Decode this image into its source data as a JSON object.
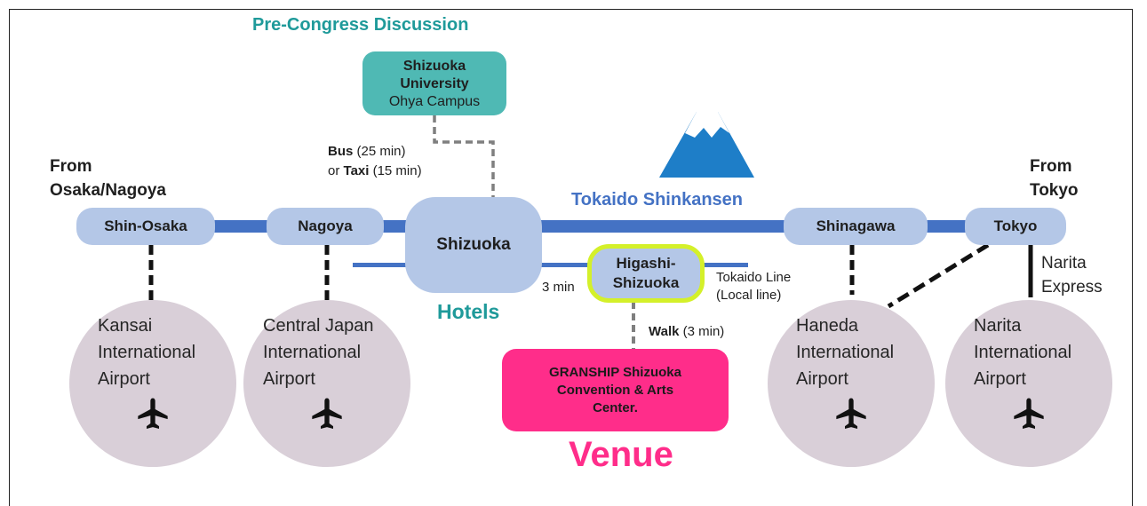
{
  "header": {
    "pre_congress": "Pre-Congress Discussion"
  },
  "university": {
    "line1": "Shizuoka",
    "line2": "University",
    "line3": "Ohya Campus"
  },
  "bus_info": {
    "bus_label": "Bus",
    "bus_time": " (25 min)",
    "or_text": "or ",
    "taxi_label": "Taxi",
    "taxi_time": " (15 min)"
  },
  "origins": {
    "from_osaka": "From\nOsaka/Nagoya",
    "from_tokyo": "From\nTokyo"
  },
  "rail": {
    "shinkansen_label": "Tokaido Shinkansen",
    "local_line_label": "Tokaido Line\n(Local line)",
    "local_time": "3 min",
    "narita_express": "Narita\nExpress"
  },
  "stations": {
    "shin_osaka": "Shin-Osaka",
    "nagoya": "Nagoya",
    "shizuoka": "Shizuoka",
    "higashi_shizuoka": "Higashi-\nShizuoka",
    "shinagawa": "Shinagawa",
    "tokyo": "Tokyo"
  },
  "hotels_label": "Hotels",
  "walk_info": {
    "walk_label": "Walk",
    "walk_time": " (3 min)"
  },
  "venue": {
    "box_text": "GRANSHIP Shizuoka\nConvention & Arts\nCenter.",
    "label": "Venue"
  },
  "airports": {
    "kansai": "Kansai\nInternational\nAirport",
    "central_japan": "Central Japan\nInternational\nAirport",
    "haneda": "Haneda\nInternational\nAirport",
    "narita": "Narita\nInternational\nAirport"
  },
  "icons": {
    "airplane": "airplane-icon",
    "mountain": "mount-fuji-icon"
  },
  "colors": {
    "shinkansen_line": "#4472c4",
    "station_fill": "#b4c7e7",
    "teal": "#1f9a9a",
    "university_fill": "#4fb9b4",
    "venue_pink": "#ff2d8a",
    "highlight_ring": "#d4f02a",
    "airport_fill": "#d9cfd8",
    "fuji_blue": "#1e7ec8"
  }
}
